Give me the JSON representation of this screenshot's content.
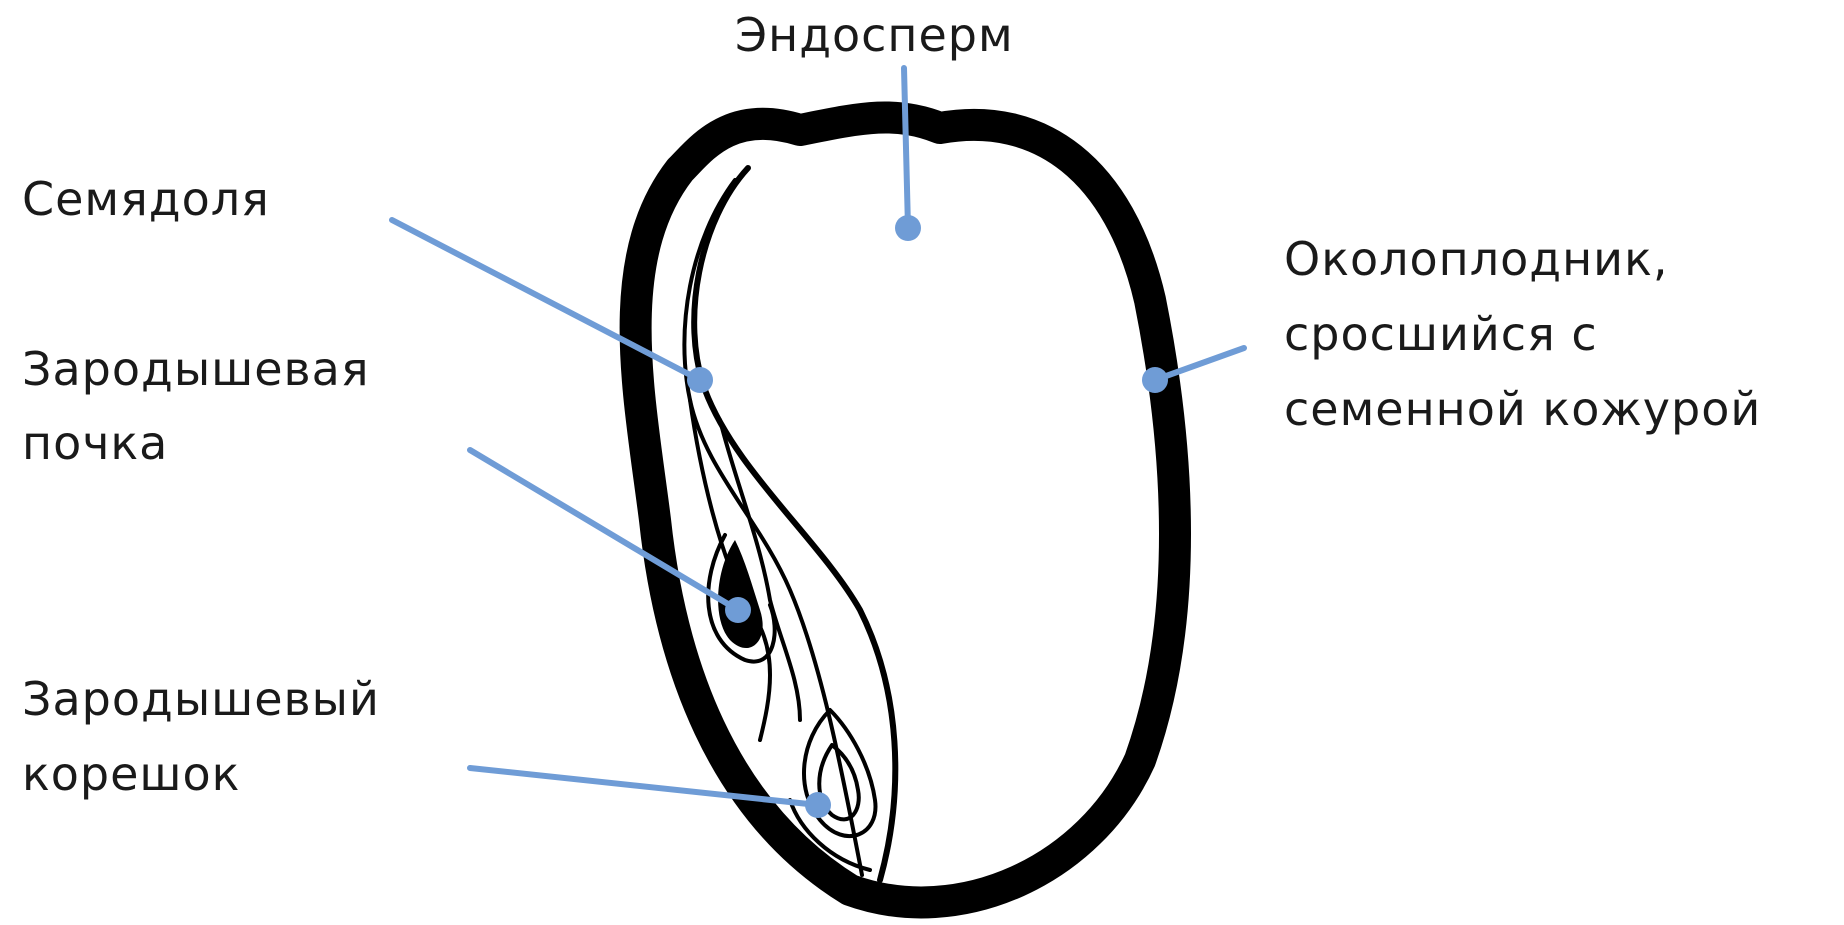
{
  "labels": {
    "endosperm": "Эндосперм",
    "cotyledon": "Семядоля",
    "bud_line1": "Зародышевая",
    "bud_line2": "почка",
    "root_line1": "Зародышевый",
    "root_line2": "корешок",
    "pericarp_line1": "Околоплодник,",
    "pericarp_line2": "сросшийся с",
    "pericarp_line3": "семенной кожурой"
  },
  "colors": {
    "leader": "#6f9cd6",
    "outline": "#000000",
    "text": "#1a1a1a",
    "background": "#ffffff"
  }
}
